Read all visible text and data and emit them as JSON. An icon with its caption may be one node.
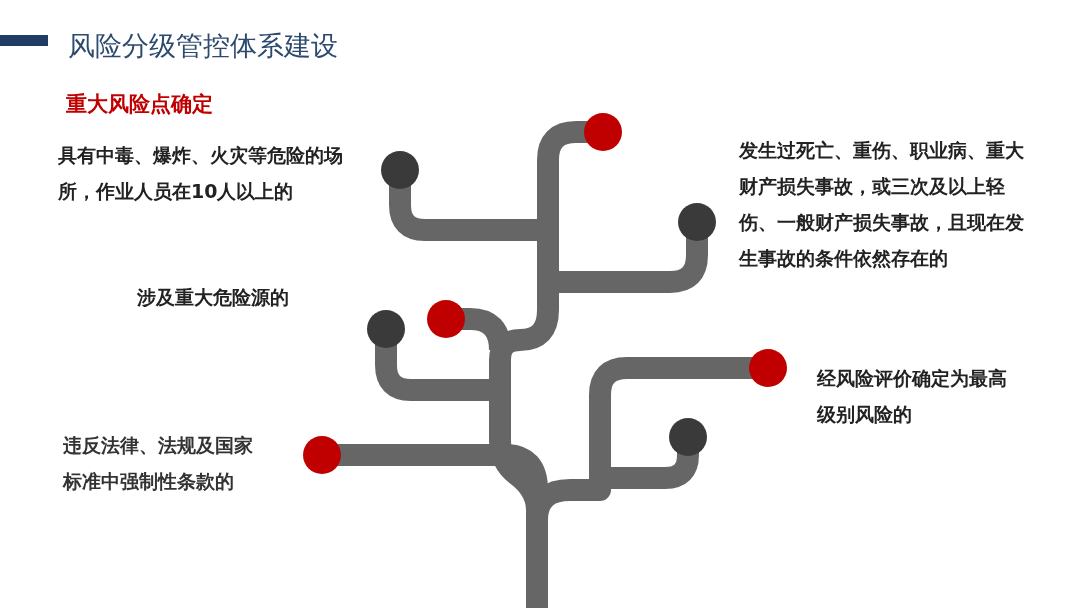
{
  "diagram": {
    "title": "风险分级管控体系建设",
    "labels": [
      "重大风险点确定",
      "具有中毒、爆炸、火灾等危险的场所，作业人员在10人以上的",
      "发生过死亡、重伤、职业病、重大财产损失事故，或三次及以上轻伤、一般财产损失事故，且现在发生事故的条件依然存在的",
      "涉及重大危险源的",
      "经风险评价确定为最高级别风险的",
      "违反法律、法规及国家标准中强制性条款的"
    ]
  }
}
